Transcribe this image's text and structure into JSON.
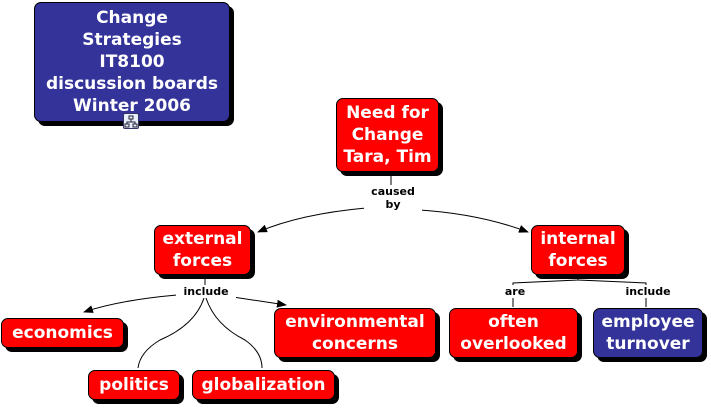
{
  "colors": {
    "concept_red": "#ff0000",
    "concept_blue": "#333399"
  },
  "title_node": {
    "lines": [
      "Change",
      "Strategies",
      "IT8100",
      "discussion boards",
      "Winter 2006"
    ],
    "icon": "submap-icon"
  },
  "concepts": {
    "need": [
      "Need for",
      "Change",
      "Tara, Tim"
    ],
    "external": [
      "external",
      "forces"
    ],
    "internal": [
      "internal",
      "forces"
    ],
    "economics": [
      "economics"
    ],
    "environmental": [
      "environmental",
      "concerns"
    ],
    "politics": [
      "politics"
    ],
    "globalization": [
      "globalization"
    ],
    "overlooked": [
      "often",
      "overlooked"
    ],
    "turnover": [
      "employee",
      "turnover"
    ]
  },
  "linking_phrases": {
    "caused_by": [
      "caused",
      "by"
    ],
    "include_left": "include",
    "are": "are",
    "include_right": "include"
  }
}
